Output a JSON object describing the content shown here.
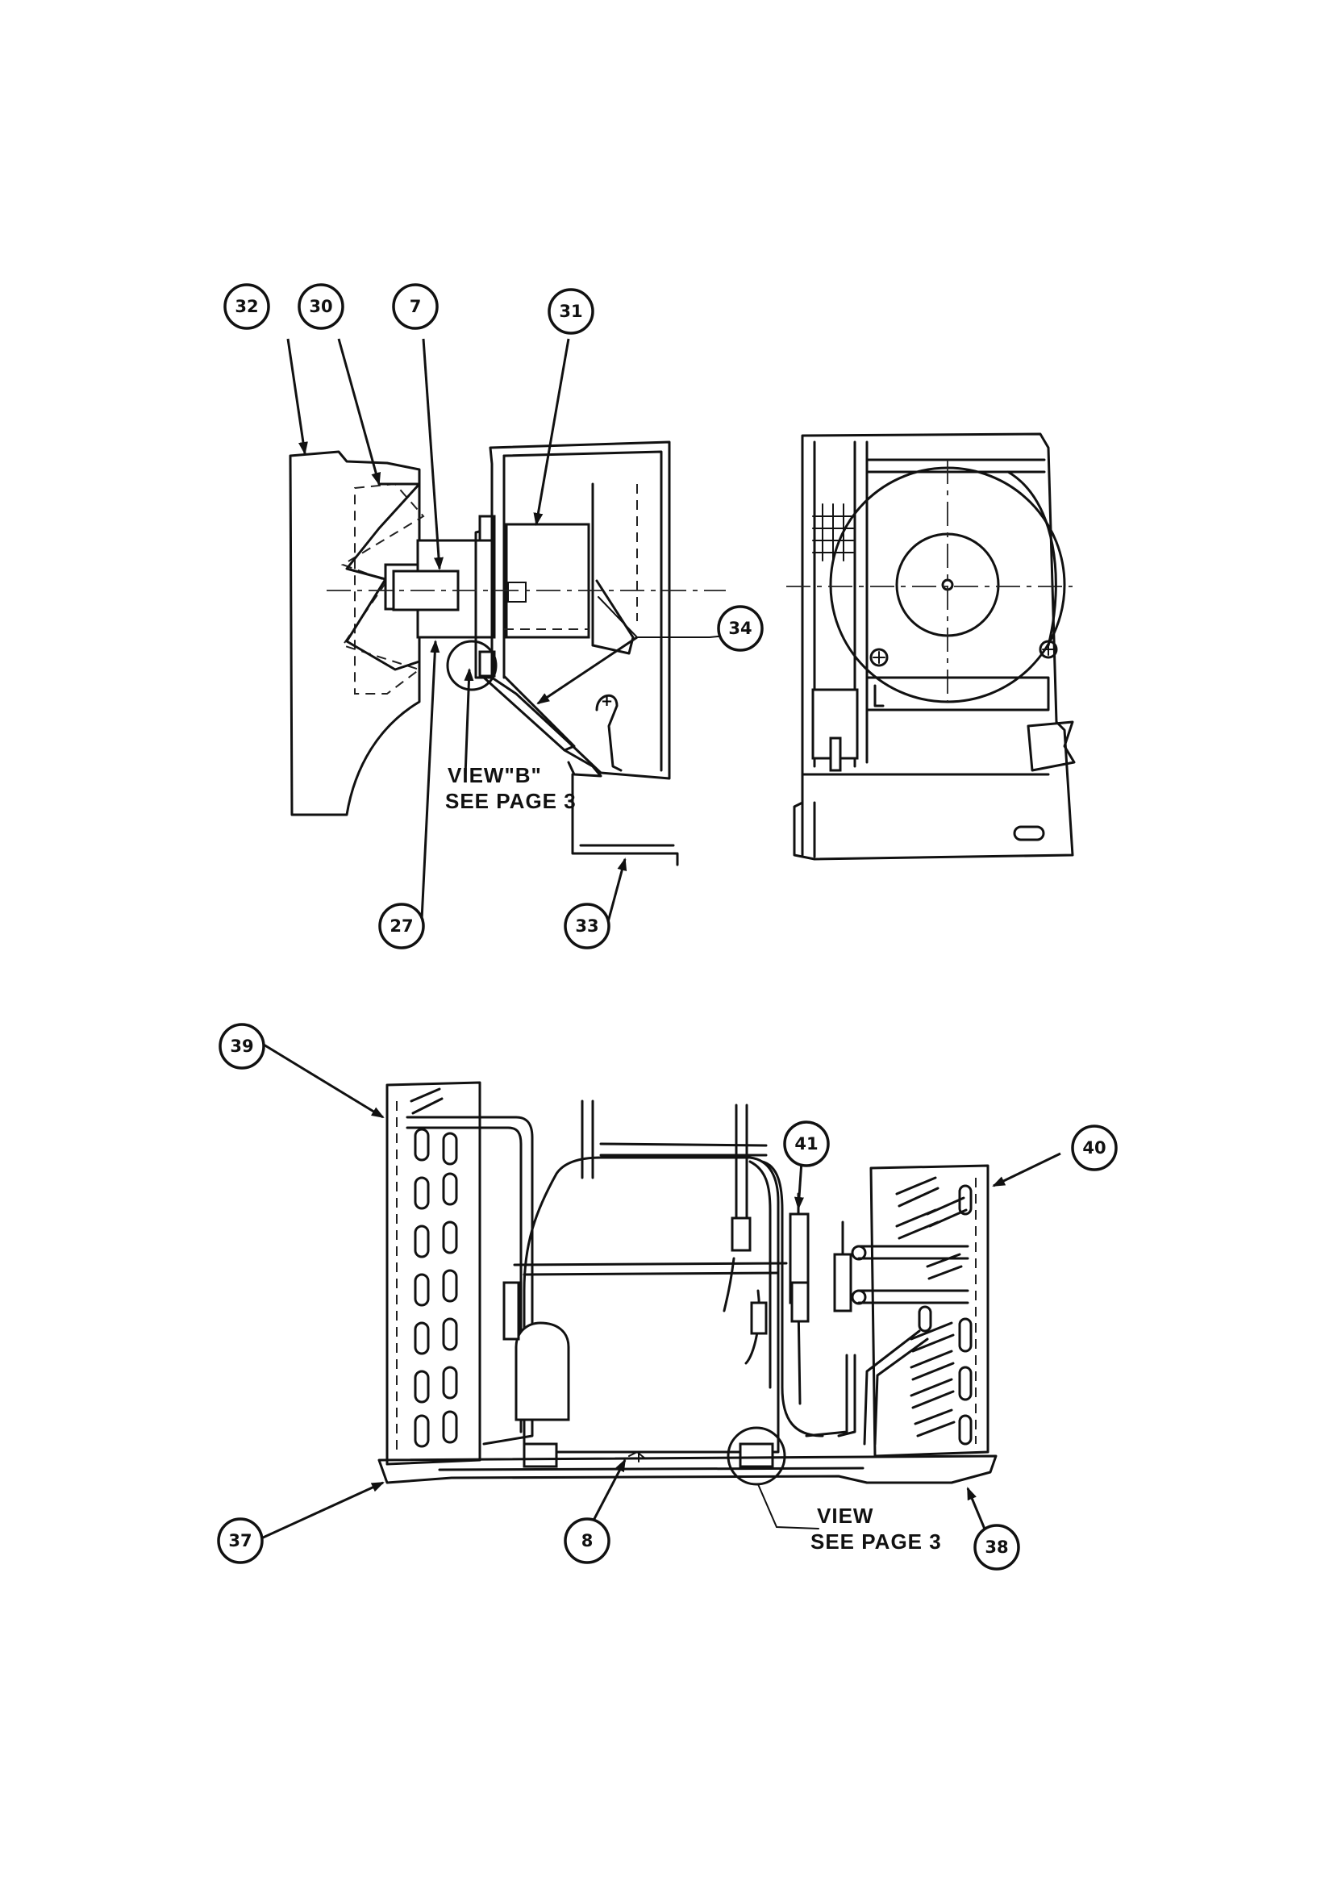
{
  "callouts": {
    "c32": "32",
    "c30": "30",
    "c7": "7",
    "c31": "31",
    "c34": "34",
    "c27": "27",
    "c33": "33",
    "c39": "39",
    "c41": "41",
    "c40": "40",
    "c37": "37",
    "c8": "8",
    "c38": "38"
  },
  "notes": {
    "view_b_line1": "VIEW\"B\"",
    "view_b_line2": "SEE PAGE 3",
    "view_line1": "VIEW",
    "view_line2": "SEE PAGE 3"
  },
  "colors": {
    "ink": "#111111",
    "paper": "#ffffff"
  }
}
